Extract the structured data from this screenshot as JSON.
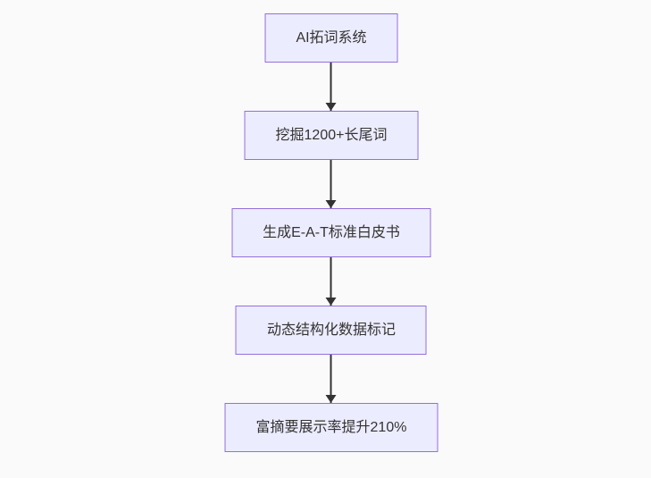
{
  "page": {
    "background": "#fafafa"
  },
  "flowchart": {
    "type": "vertical-flow",
    "node_fill": "#ECECFF",
    "node_border": "#9370DB",
    "arrow_color": "#333333",
    "text_color": "#333333",
    "nodes": [
      {
        "label": "AI拓词系统"
      },
      {
        "label": "挖掘1200+长尾词"
      },
      {
        "label": "生成E-A-T标准白皮书"
      },
      {
        "label": "动态结构化数据标记"
      },
      {
        "label": "富摘要展示率提升210%"
      }
    ]
  }
}
